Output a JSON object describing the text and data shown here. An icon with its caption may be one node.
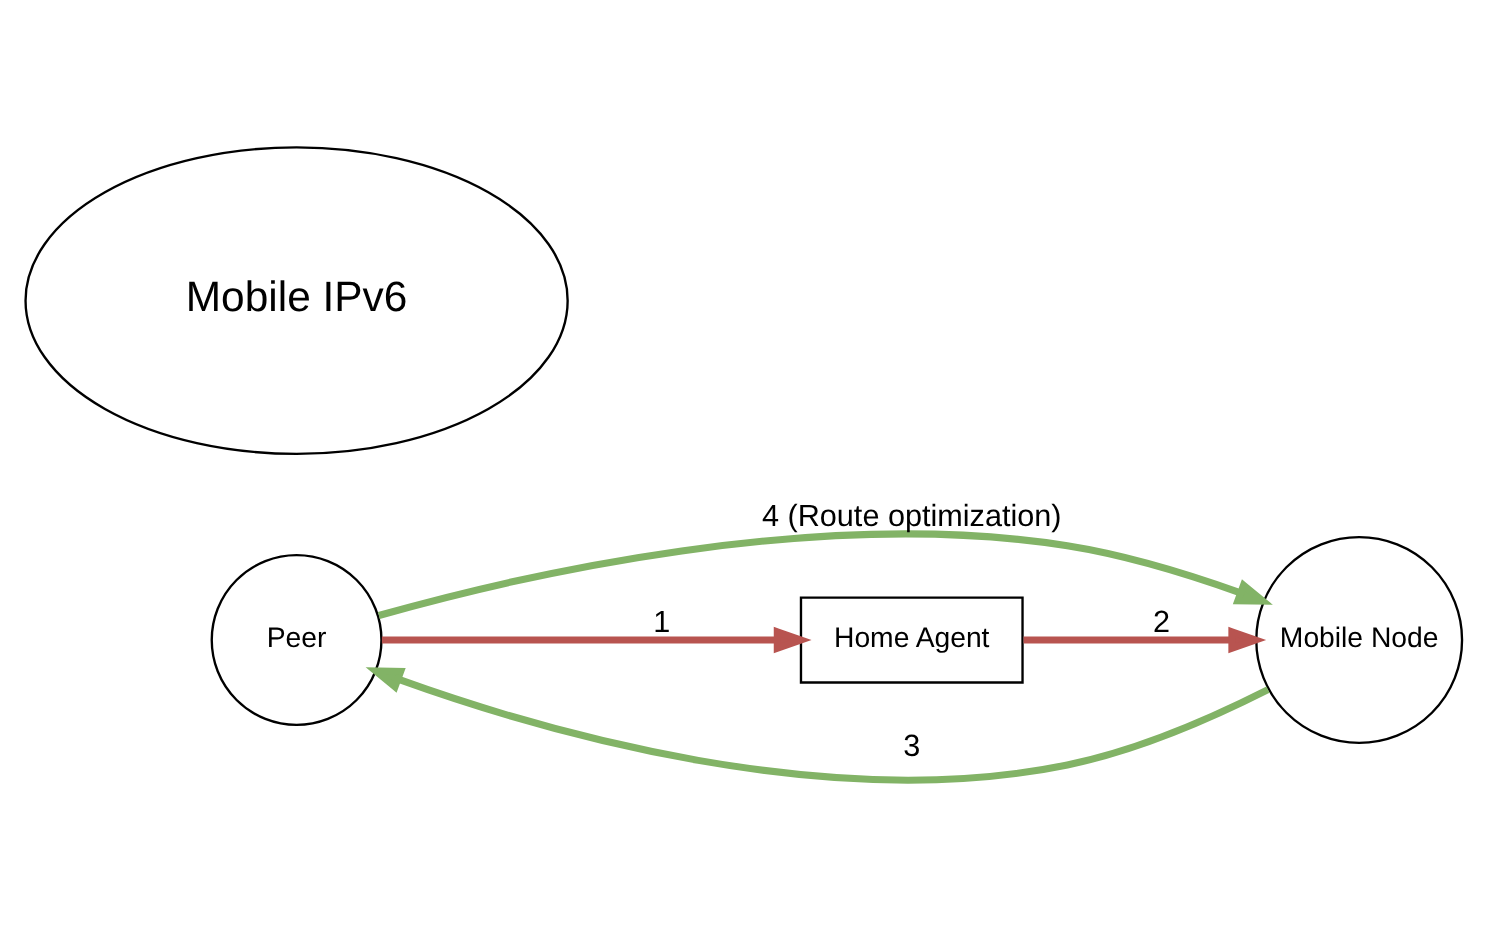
{
  "diagram": {
    "nodes": [
      {
        "text": [
          "Peer"
        ]
      },
      {
        "text": [
          "Mobile Node"
        ]
      },
      {
        "text": [
          "Mobile IPv6"
        ]
      },
      {
        "text": [
          "Home Agent"
        ]
      }
    ],
    "edges": [
      {
        "from": 0,
        "to": 3,
        "arrow": "to",
        "label": "1",
        "color": "#b85450"
      },
      {
        "from": 3,
        "to": 1,
        "arrow": "to",
        "label": "2",
        "color": "#b85450"
      },
      {
        "from": 1,
        "to": 0,
        "arrow": "to",
        "label": "3",
        "color": "#82b366"
      },
      {
        "from": 0,
        "to": 1,
        "arrow": "to",
        "label": "4 (Route optimization)",
        "color": "#82b366"
      }
    ]
  }
}
